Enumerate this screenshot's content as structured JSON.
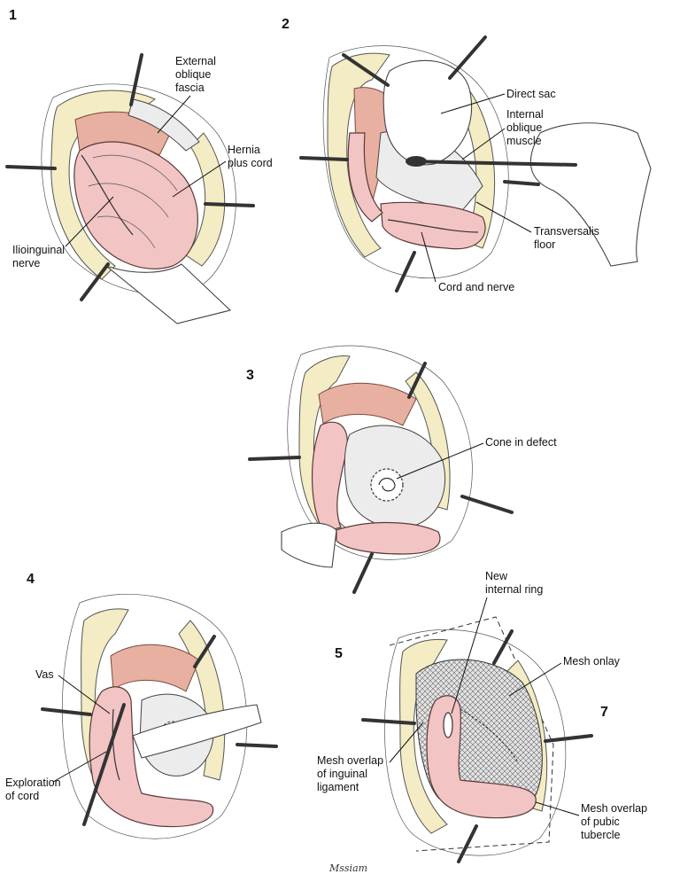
{
  "panels": [
    {
      "number": "1",
      "labels": [
        "External oblique fascia",
        "Hernia plus cord",
        "Ilioinguinal nerve"
      ]
    },
    {
      "number": "2",
      "labels": [
        "Direct sac",
        "Internal oblique muscle",
        "Transversalis floor",
        "Cord and nerve"
      ]
    },
    {
      "number": "3",
      "labels": [
        "Cone in defect"
      ]
    },
    {
      "number": "4",
      "labels": [
        "Vas",
        "Exploration of cord"
      ]
    },
    {
      "number": "5",
      "labels": [
        "New internal ring",
        "Mesh onlay",
        "Mesh overlap of inguinal ligament",
        "Mesh overlap of pubic tubercle"
      ]
    },
    {
      "number": "7",
      "labels": []
    }
  ],
  "labels": {
    "p1_ext_1": "External",
    "p1_ext_2": "oblique",
    "p1_ext_3": "fascia",
    "p1_hernia_1": "Hernia",
    "p1_hernia_2": "plus cord",
    "p1_ilio_1": "Ilioinguinal",
    "p1_ilio_2": "nerve",
    "p2_direct": "Direct sac",
    "p2_int_1": "Internal",
    "p2_int_2": "oblique",
    "p2_int_3": "muscle",
    "p2_trans_1": "Transversalis",
    "p2_trans_2": "floor",
    "p2_cord": "Cord and nerve",
    "p3_cone": "Cone in defect",
    "p4_vas": "Vas",
    "p4_expl_1": "Exploration",
    "p4_expl_2": "of cord",
    "p5_ring_1": "New",
    "p5_ring_2": "internal ring",
    "p5_onlay": "Mesh onlay",
    "p5_lig_1": "Mesh overlap",
    "p5_lig_2": "of inguinal",
    "p5_lig_3": "ligament",
    "p5_pub_1": "Mesh overlap",
    "p5_pub_2": "of pubic",
    "p5_pub_3": "tubercle"
  },
  "numbers": {
    "n1": "1",
    "n2": "2",
    "n3": "3",
    "n4": "4",
    "n5": "5",
    "n7": "7"
  },
  "signature": "Mssiam",
  "colors": {
    "fat": "#f3ecc4",
    "muscle": "#e8b0a0",
    "cord": "#f2c4c4",
    "mesh": "#9a9a9a"
  }
}
